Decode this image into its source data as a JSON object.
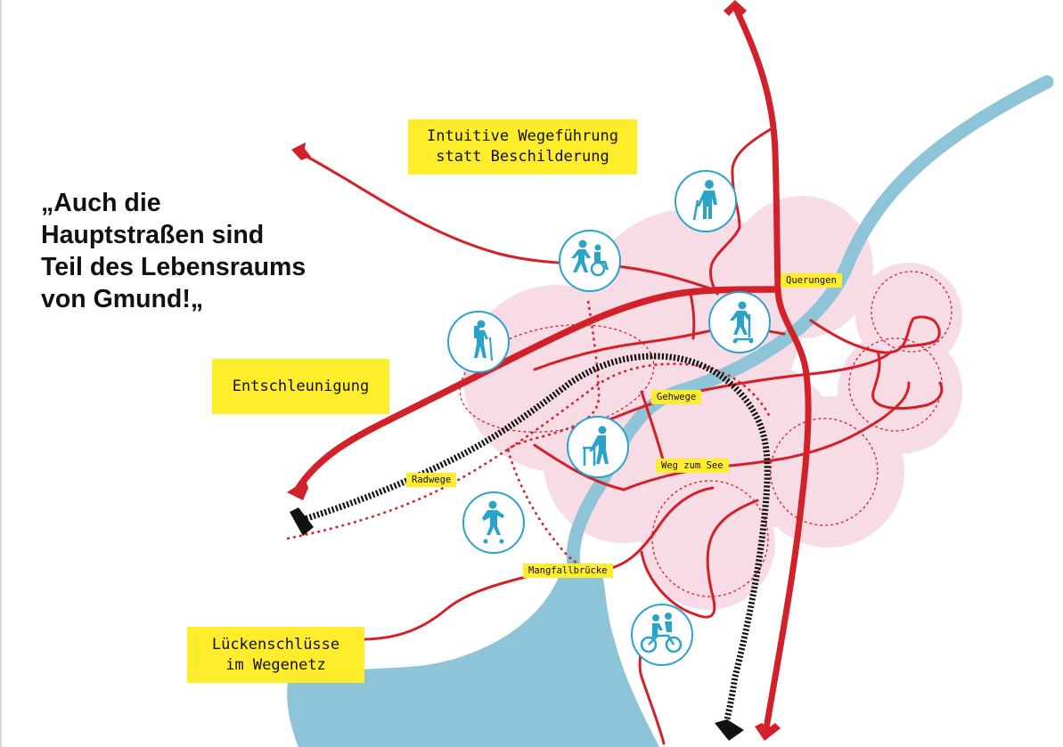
{
  "headline": {
    "lines": [
      "„Auch die",
      "Hauptstraßen sind",
      "Teil des Lebensraums",
      "von Gmund!„"
    ]
  },
  "callouts": {
    "intuitive": [
      "Intuitive Wegeführung",
      "statt Beschilderung"
    ],
    "entschleunigung": [
      "Entschleunigung"
    ],
    "lueckenschluesse": [
      "Lückenschlüsse",
      "im Wegenetz"
    ]
  },
  "tags": {
    "querungen": "Querungen",
    "gehwege": "Gehwege",
    "weg_zum_see": "Weg zum See",
    "radwege": "Radwege",
    "mangfallbruecke": "Mangfallbrücke"
  },
  "icons": [
    "elderly-with-cane-icon",
    "wheelchair-pusher-icon",
    "hiker-icon",
    "scooter-rider-icon",
    "walker-frame-icon",
    "roller-skater-icon",
    "tandem-cyclist-icon"
  ],
  "colors": {
    "road_red": "#d3212a",
    "water_blue": "#8ec4d8",
    "zone_pink": "#f5cfdd",
    "callout_yellow": "#ffed2b",
    "icon_blue": "#2aa3c9"
  }
}
